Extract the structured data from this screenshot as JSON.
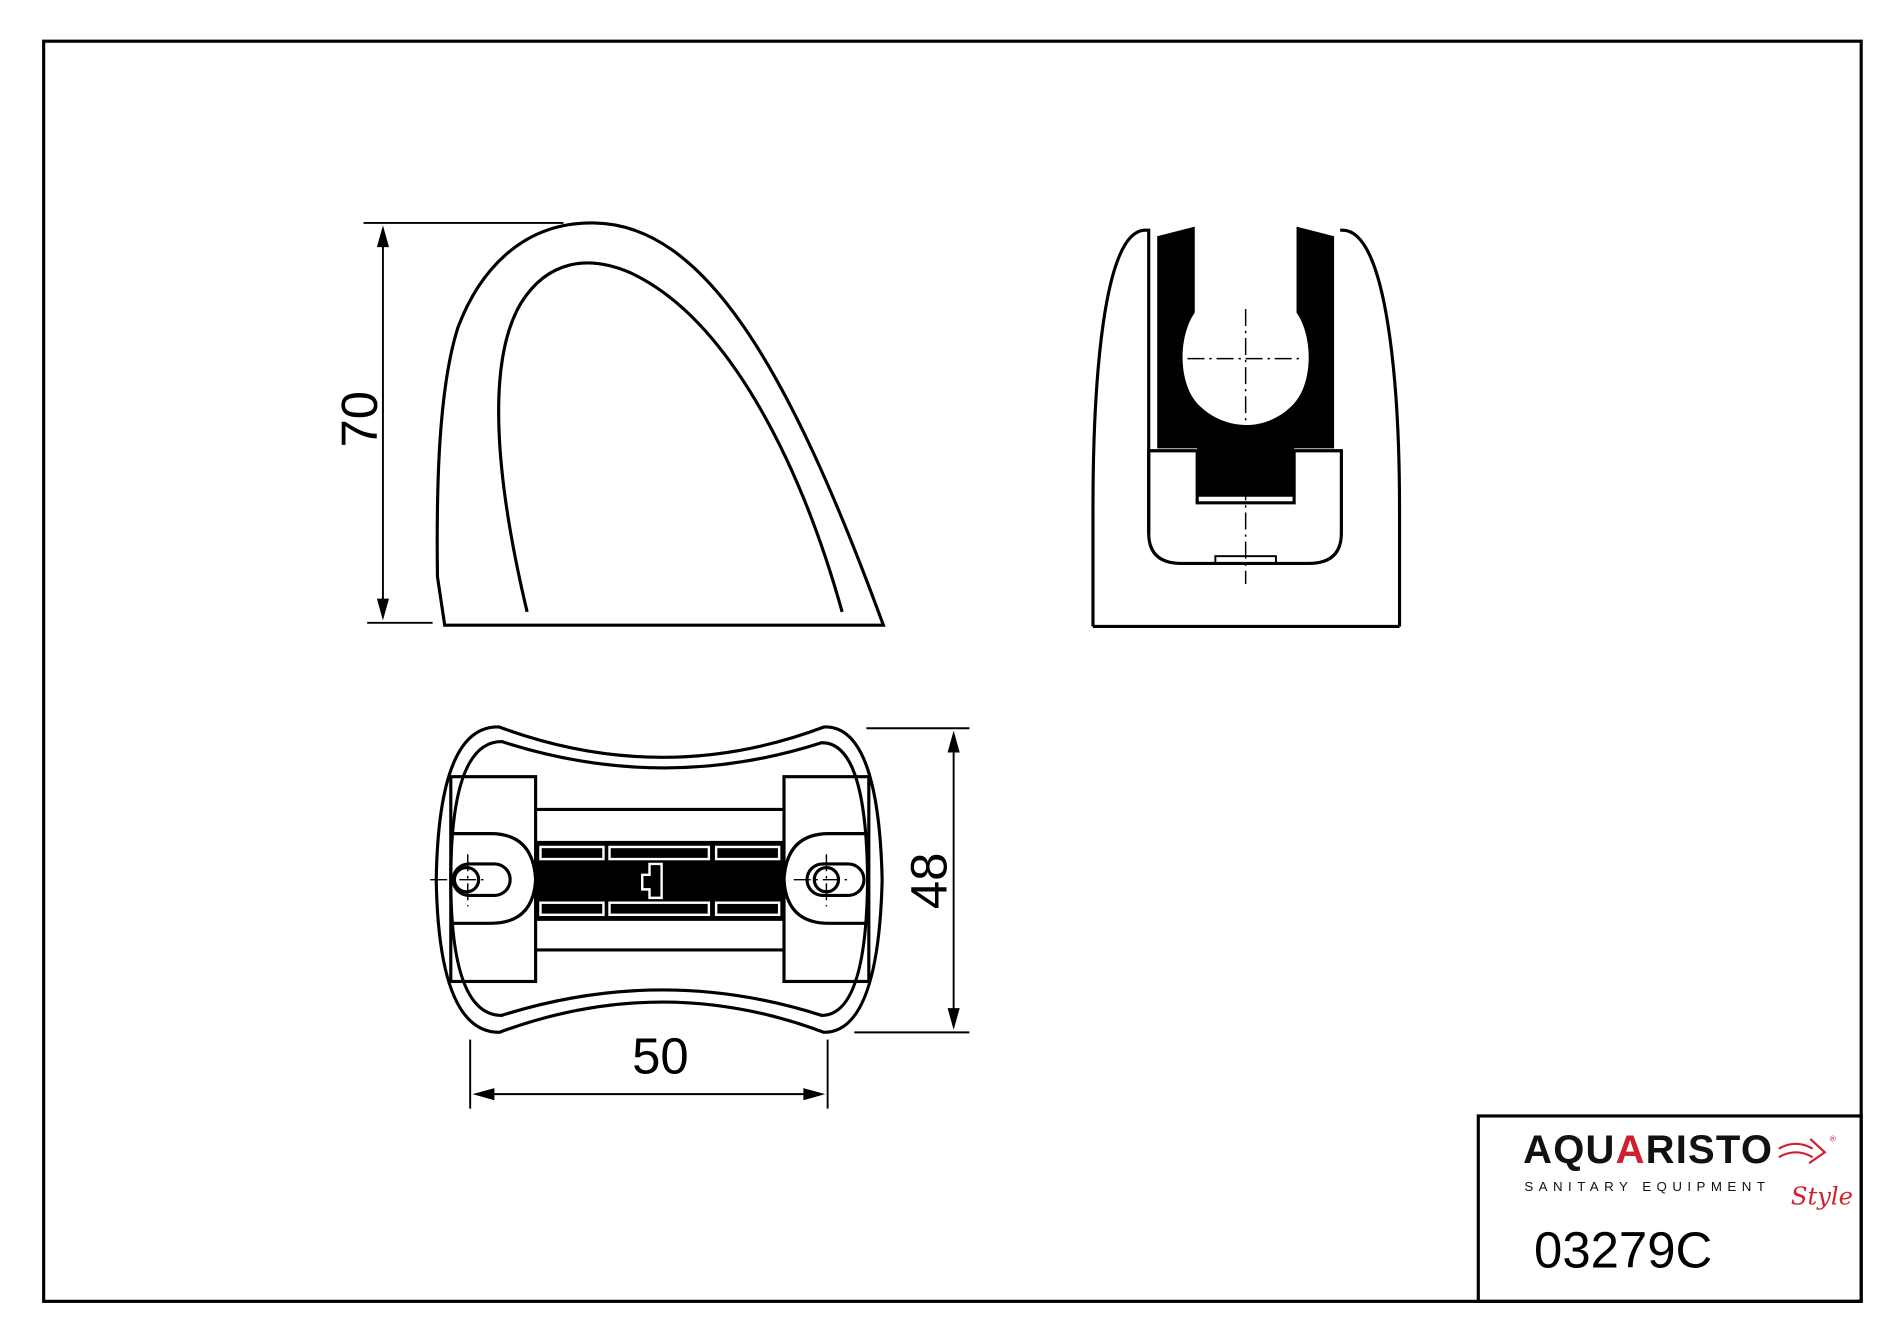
{
  "drawing": {
    "dimensions": {
      "height": "70",
      "depth": "48",
      "width": "50"
    },
    "title_block": {
      "logo": {
        "brand_prefix": "AQU",
        "brand_red_letter": "A",
        "brand_suffix": "RISTO",
        "tagline": "SANITARY EQUIPMENT",
        "script": "Style",
        "registered": "®"
      },
      "part_number": "03279C",
      "colors": {
        "brand_red": "#d0202f",
        "ink": "#000000"
      }
    }
  }
}
